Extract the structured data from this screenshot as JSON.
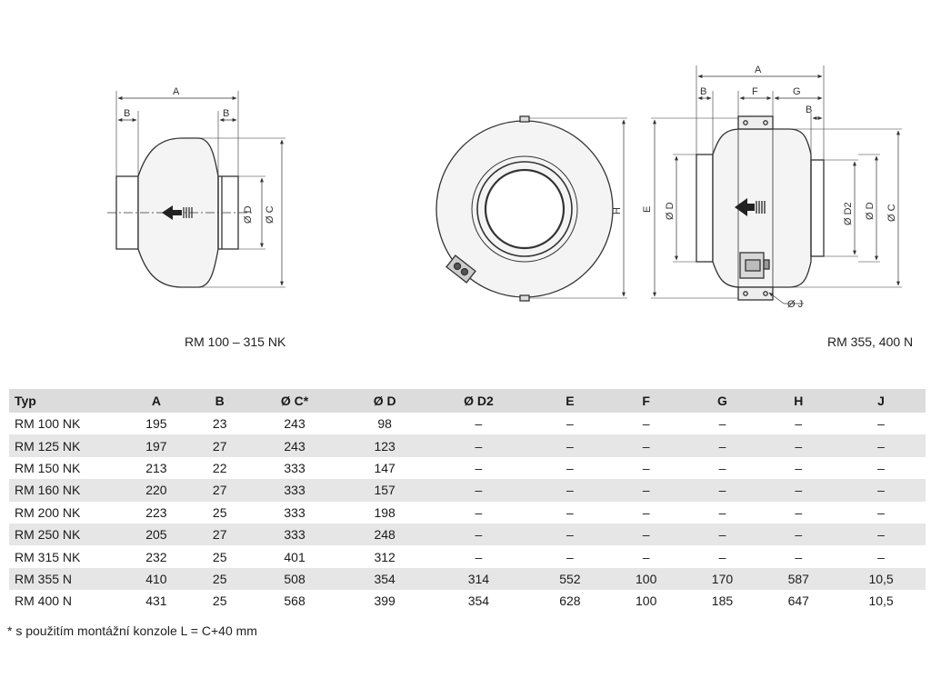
{
  "figures": {
    "left_caption": "RM 100 – 315 NK",
    "right_caption": "RM 355, 400 N",
    "left_labels": {
      "A": "A",
      "B": "B",
      "D": "Ø D",
      "C": "Ø C"
    },
    "right_labels": {
      "A": "A",
      "B": "B",
      "F": "F",
      "G": "G",
      "H": "H",
      "E": "E",
      "D": "Ø D",
      "D2": "Ø D2",
      "C": "Ø C",
      "J": "Ø J"
    }
  },
  "table": {
    "headers": [
      "Typ",
      "A",
      "B",
      "Ø C*",
      "Ø D",
      "Ø D2",
      "E",
      "F",
      "G",
      "H",
      "J"
    ],
    "rows": [
      [
        "RM 100 NK",
        "195",
        "23",
        "243",
        "98",
        "–",
        "–",
        "–",
        "–",
        "–",
        "–"
      ],
      [
        "RM 125 NK",
        "197",
        "27",
        "243",
        "123",
        "–",
        "–",
        "–",
        "–",
        "–",
        "–"
      ],
      [
        "RM 150 NK",
        "213",
        "22",
        "333",
        "147",
        "–",
        "–",
        "–",
        "–",
        "–",
        "–"
      ],
      [
        "RM 160 NK",
        "220",
        "27",
        "333",
        "157",
        "–",
        "–",
        "–",
        "–",
        "–",
        "–"
      ],
      [
        "RM 200 NK",
        "223",
        "25",
        "333",
        "198",
        "–",
        "–",
        "–",
        "–",
        "–",
        "–"
      ],
      [
        "RM 250 NK",
        "205",
        "27",
        "333",
        "248",
        "–",
        "–",
        "–",
        "–",
        "–",
        "–"
      ],
      [
        "RM 315 NK",
        "232",
        "25",
        "401",
        "312",
        "–",
        "–",
        "–",
        "–",
        "–",
        "–"
      ],
      [
        "RM 355 N",
        "410",
        "25",
        "508",
        "354",
        "314",
        "552",
        "100",
        "170",
        "587",
        "10,5"
      ],
      [
        "RM 400 N",
        "431",
        "25",
        "568",
        "399",
        "354",
        "628",
        "100",
        "185",
        "647",
        "10,5"
      ]
    ]
  },
  "footnote": "* s použitím montážní konzole L = C+40 mm"
}
